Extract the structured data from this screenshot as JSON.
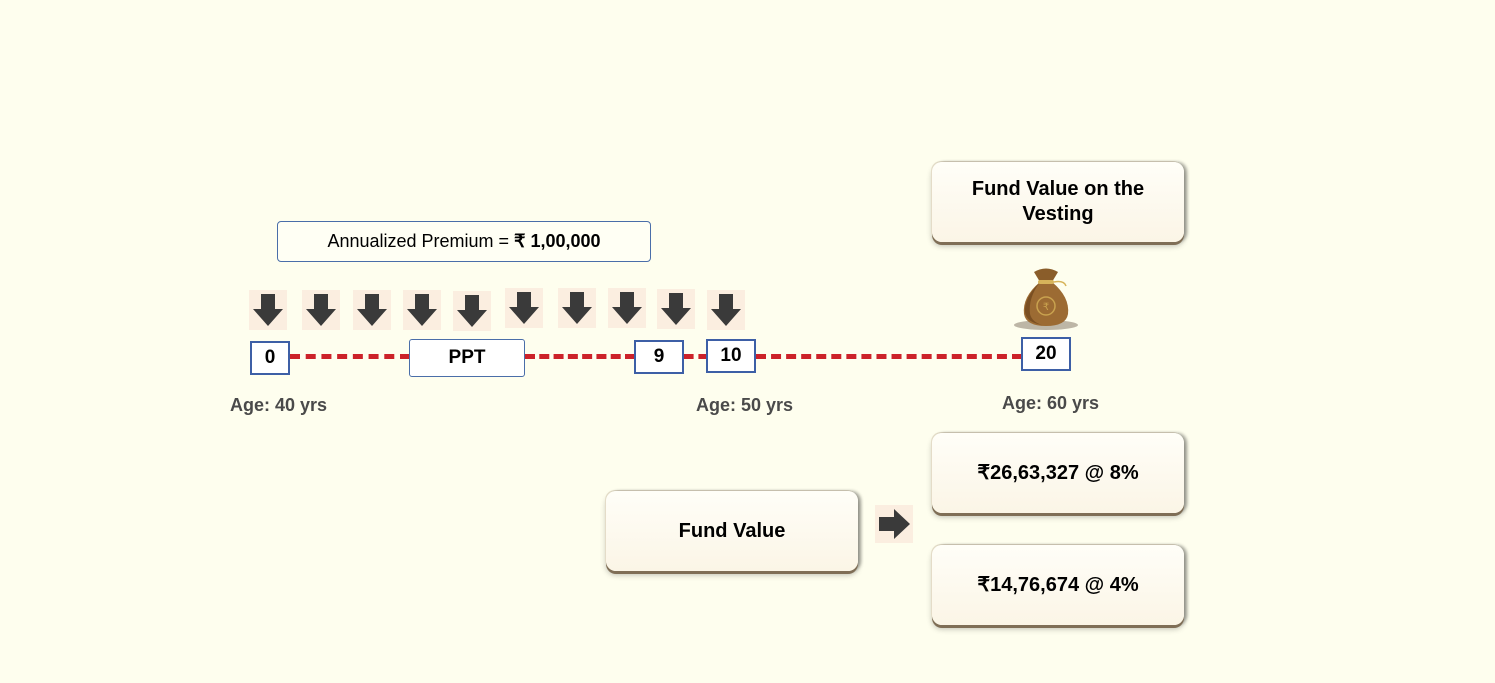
{
  "premium": {
    "label": "Annualized Premium =",
    "amount": "₹ 1,00,000"
  },
  "timeline": {
    "ppt_label": "PPT",
    "years": {
      "start": "0",
      "ppt_end": "9",
      "mid": "10",
      "vesting": "20"
    },
    "ages": {
      "start": "Age: 40 yrs",
      "mid": "Age: 50 yrs",
      "vesting": "Age: 60 yrs"
    },
    "premium_arrow_count": 10
  },
  "vesting_card": {
    "label": "Fund Value on the Vesting"
  },
  "fund_value": {
    "label": "Fund Value",
    "results": [
      {
        "text": "₹26,63,327 @ 8%"
      },
      {
        "text": "₹14,76,674 @ 4%"
      }
    ]
  },
  "icons": {
    "premium_arrow": "down-arrow-icon",
    "fund_arrow": "right-arrow-icon",
    "money_bag": "money-bag-icon"
  },
  "colors": {
    "background": "#fefeee",
    "timeline_dash": "#cc2229",
    "box_border": "#3d5fa6",
    "arrow": "#3a3a3a"
  }
}
